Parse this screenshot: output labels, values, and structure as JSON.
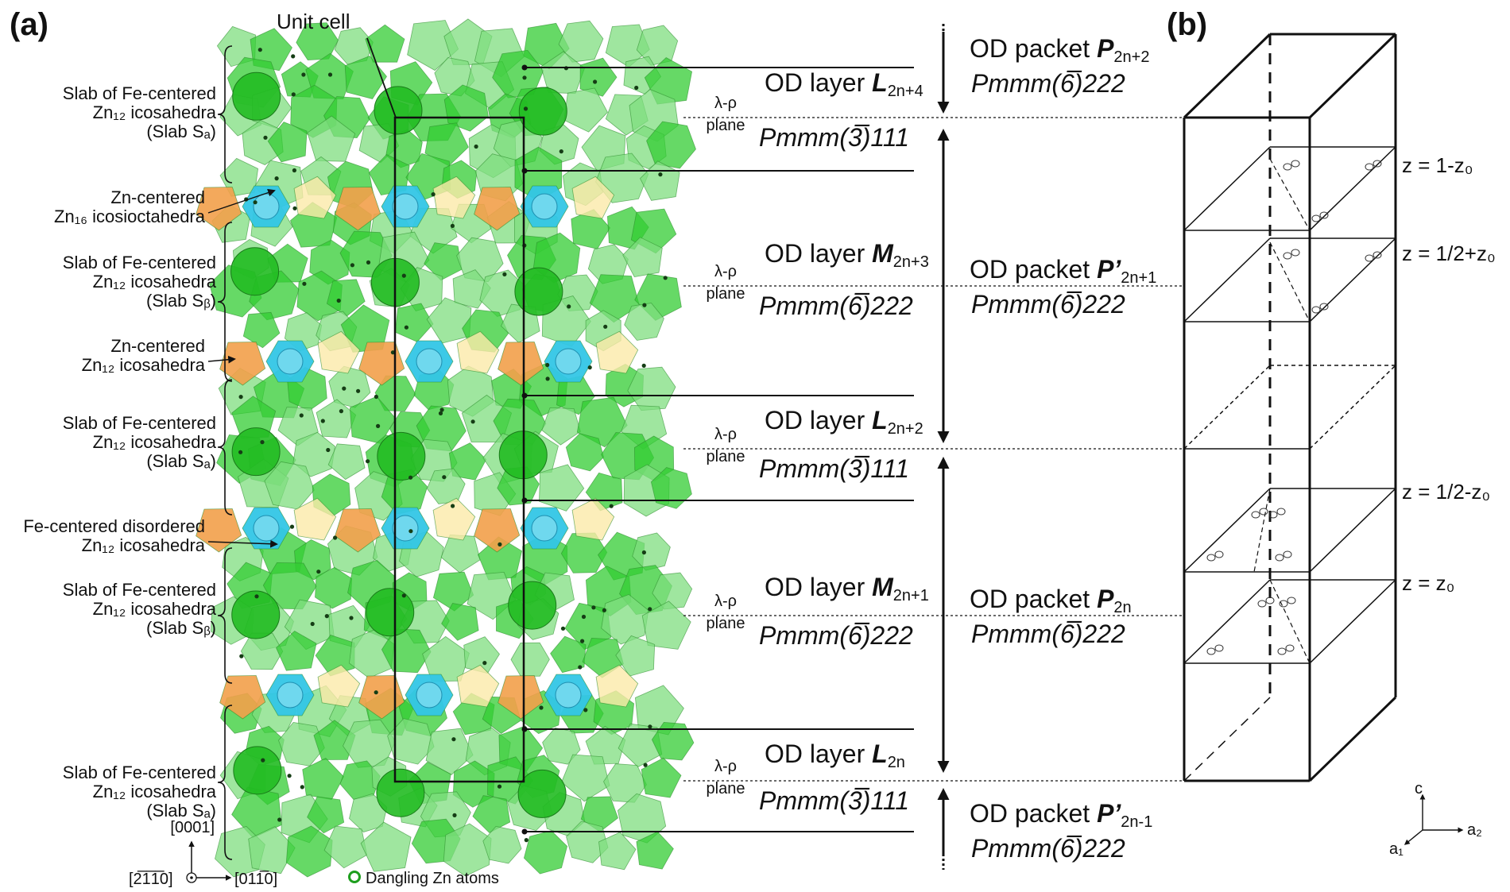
{
  "panel_a": "(a)",
  "panel_b": "(b)",
  "unit_cell_label": "Unit cell",
  "slab_labels": [
    {
      "line1": "Slab of Fe-centered",
      "line2": "Zn₁₂ icosahedra",
      "line3": "(Slab Sₐ)"
    },
    {
      "line1": "Slab of Fe-centered",
      "line2": "Zn₁₂ icosahedra",
      "line3": "(Slab Sᵦ)"
    },
    {
      "line1": "Slab of Fe-centered",
      "line2": "Zn₁₂ icosahedra",
      "line3": "(Slab Sₐ)"
    },
    {
      "line1": "Slab of Fe-centered",
      "line2": "Zn₁₂ icosahedra",
      "line3": "(Slab Sᵦ)"
    },
    {
      "line1": "Slab of Fe-centered",
      "line2": "Zn₁₂ icosahedra",
      "line3": "(Slab Sₐ)"
    }
  ],
  "callouts": [
    {
      "line1": "Zn-centered",
      "line2": "Zn₁₆ icosioctahedra"
    },
    {
      "line1": "Zn-centered",
      "line2": "Zn₁₂ icosahedra"
    },
    {
      "line1": "Fe-centered disordered",
      "line2": "Zn₁₂ icosahedra"
    }
  ],
  "direction_labels": {
    "up": "[0001]",
    "left": "[2̅1̅1̅0]",
    "right": "[011̅0]"
  },
  "legend_dangling": "Dangling Zn atoms",
  "od_layers": [
    {
      "prefix": "OD layer ",
      "letter": "L",
      "sub": "2n+4",
      "plane": "λ-ρ",
      "plane2": "plane",
      "group": "Pmmm(3̅)111"
    },
    {
      "prefix": "OD layer ",
      "letter": "M",
      "sub": "2n+3",
      "plane": "λ-ρ",
      "plane2": "plane",
      "group": "Pmmm(6̅)222"
    },
    {
      "prefix": "OD layer ",
      "letter": "L",
      "sub": "2n+2",
      "plane": "λ-ρ",
      "plane2": "plane",
      "group": "Pmmm(3̅)111"
    },
    {
      "prefix": "OD layer ",
      "letter": "M",
      "sub": "2n+1",
      "plane": "λ-ρ",
      "plane2": "plane",
      "group": "Pmmm(6̅)222"
    },
    {
      "prefix": "OD layer ",
      "letter": "L",
      "sub": "2n",
      "plane": "λ-ρ",
      "plane2": "plane",
      "group": "Pmmm(3̅)111"
    }
  ],
  "od_packets": [
    {
      "prefix": "OD packet ",
      "letter": "P",
      "sub": "2n+2",
      "group": "Pmmm(6̅)222"
    },
    {
      "prefix": "OD packet ",
      "letter": "P’",
      "sub": "2n+1",
      "group": "Pmmm(6̅)222"
    },
    {
      "prefix": "OD packet ",
      "letter": "P",
      "sub": "2n",
      "group": "Pmmm(6̅)222"
    },
    {
      "prefix": "OD packet ",
      "letter": "P’",
      "sub": "2n-1",
      "group": "Pmmm(6̅)222"
    }
  ],
  "z_labels": [
    "z = 1-z₀",
    "z = 1/2+z₀",
    "z = 1/2-z₀",
    "z = z₀"
  ],
  "axes": {
    "c": "c",
    "a2": "a₂",
    "a1": "a₁"
  },
  "colors": {
    "green": "#33cc33",
    "light_green": "#7fdd7f",
    "cyan": "#33c6e6",
    "orange": "#f2a04a",
    "yellow": "#fbeaa9"
  }
}
